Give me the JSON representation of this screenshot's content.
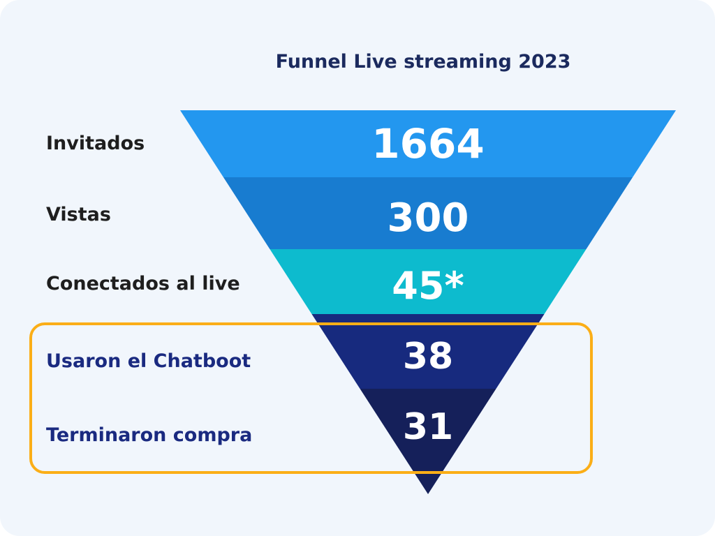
{
  "chart_data": {
    "type": "funnel",
    "title": "Funnel Live streaming 2023",
    "stages": [
      {
        "label": "Invitados",
        "value_label": "1664",
        "value": 1664,
        "color": "#2397EF",
        "label_color": "#1E1E1E"
      },
      {
        "label": "Vistas",
        "value_label": "300",
        "value": 300,
        "color": "#187CD0",
        "label_color": "#1E1E1E"
      },
      {
        "label": "Conectados al live",
        "value_label": "45*",
        "value": 45,
        "color": "#0DBBCE",
        "label_color": "#1E1E1E"
      },
      {
        "label": "Usaron el Chatboot",
        "value_label": "38",
        "value": 38,
        "color": "#172A7E",
        "label_color": "#1A2A80"
      },
      {
        "label": "Terminaron compra",
        "value_label": "31",
        "value": 31,
        "color": "#15205A",
        "label_color": "#1A2A80"
      }
    ],
    "highlight": {
      "stages": [
        "Usaron el Chatboot",
        "Terminaron compra"
      ],
      "color": "#FBAE17"
    },
    "title_color": "#1B2A5E"
  }
}
